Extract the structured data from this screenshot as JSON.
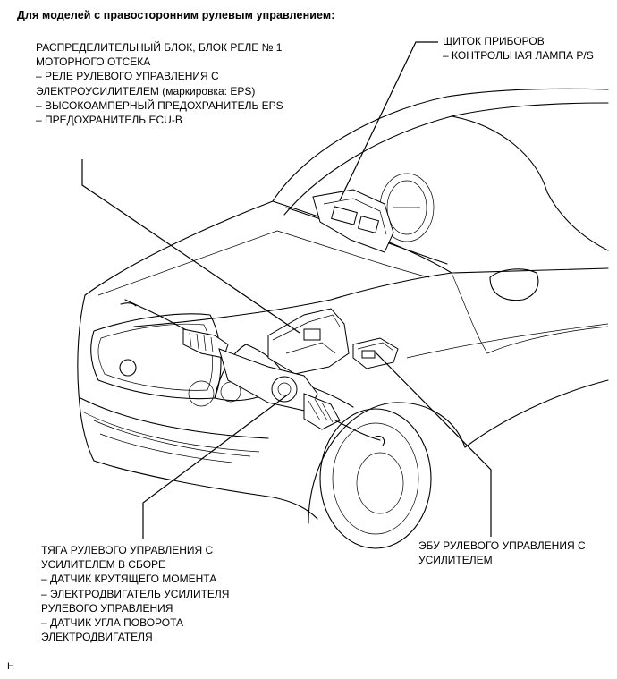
{
  "title": "Для моделей с правосторонним рулевым управлением:",
  "labels": {
    "relay_block": [
      "РАСПРЕДЕЛИТЕЛЬНЫЙ БЛОК, БЛОК РЕЛЕ № 1",
      "МОТОРНОГО ОТСЕКА",
      " – РЕЛЕ РУЛЕВОГО УПРАВЛЕНИЯ С",
      "ЭЛЕКТРОУСИЛИТЕЛЕМ (маркировка: EPS)",
      " – ВЫСОКОАМПЕРНЫЙ ПРЕДОХРАНИТЕЛЬ EPS",
      "– ПРЕДОХРАНИТЕЛЬ ECU-B"
    ],
    "instrument_panel": [
      "ЩИТОК ПРИБОРОВ",
      "– КОНТРОЛЬНАЯ ЛАМПА P/S"
    ],
    "steering_rack": [
      "ТЯГА РУЛЕВОГО УПРАВЛЕНИЯ С",
      "УСИЛИТЕЛЕМ В СБОРЕ",
      " – ДАТЧИК КРУТЯЩЕГО МОМЕНТА",
      "– ЭЛЕКТРОДВИГАТЕЛЬ УСИЛИТЕЛЯ",
      "РУЛЕВОГО УПРАВЛЕНИЯ",
      "– ДАТЧИК УГЛА ПОВОРОТА",
      "ЭЛЕКТРОДВИГАТЕЛЯ"
    ],
    "power_steering_ecu": [
      "ЭБУ РУЛЕВОГО УПРАВЛЕНИЯ С",
      "УСИЛИТЕЛЕМ"
    ]
  },
  "corner_mark": "H"
}
